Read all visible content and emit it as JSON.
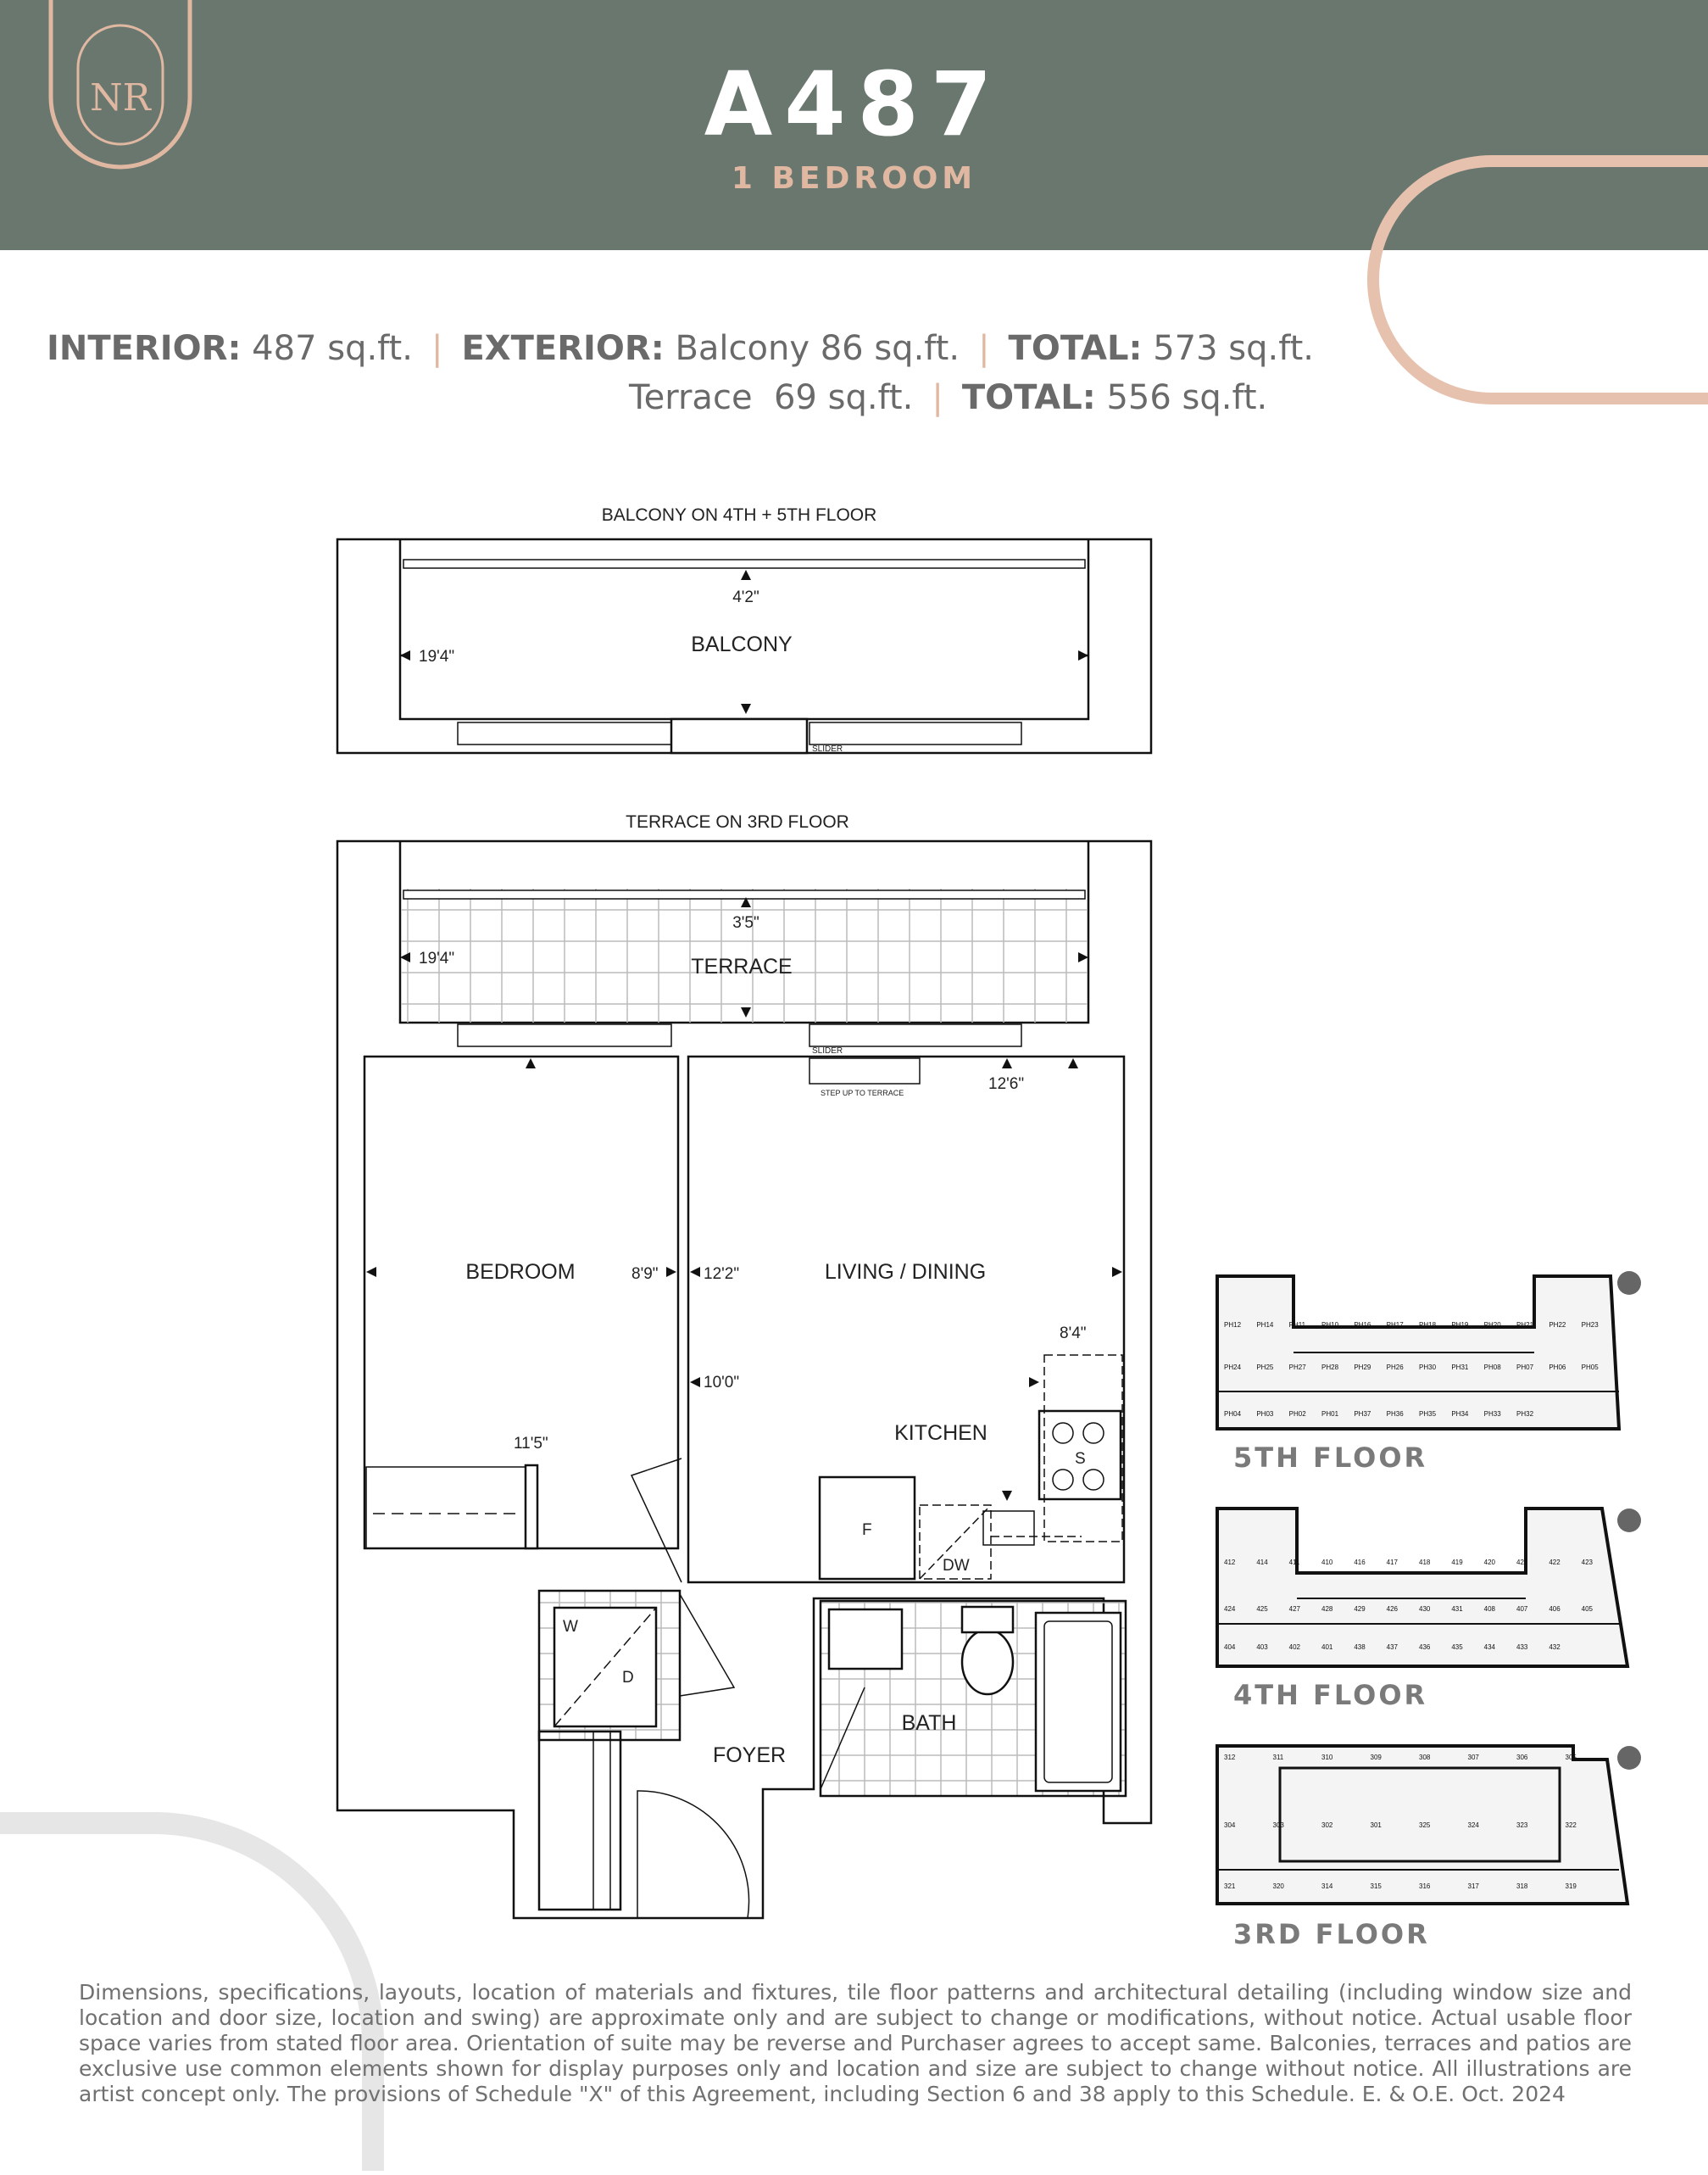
{
  "header": {
    "logo_text": "NR",
    "unit_name": "A487",
    "unit_type": "1 BEDROOM"
  },
  "areas": {
    "interior_label": "INTERIOR:",
    "interior_value": "487 sq.ft.",
    "exterior_label": "EXTERIOR:",
    "balcony_label": "Balcony",
    "balcony_value": "86 sq.ft.",
    "total_label": "TOTAL:",
    "total_balcony": "573 sq.ft.",
    "terrace_label": "Terrace",
    "terrace_value": "69 sq.ft.",
    "total_terrace": "556 sq.ft.",
    "separator": "|"
  },
  "floorplan": {
    "balcony_caption": "BALCONY ON 4TH + 5TH FLOOR",
    "balcony_label": "BALCONY",
    "balcony_dim_depth": "4'2\"",
    "balcony_dim_width": "19'4\"",
    "slider_label": "SLIDER",
    "terrace_caption": "TERRACE ON 3RD FLOOR",
    "terrace_label": "TERRACE",
    "terrace_dim_depth": "3'5\"",
    "terrace_dim_width": "19'4\"",
    "step_up_label": "STEP UP TO TERRACE",
    "bedroom_label": "BEDROOM",
    "bedroom_dim_width": "8'9\"",
    "bedroom_dim_length": "11'5\"",
    "living_label": "LIVING / DINING",
    "living_dim_width": "12'2\"",
    "living_dim_length": "12'6\"",
    "living_dim_depth": "10'0\"",
    "kitchen_label": "KITCHEN",
    "kitchen_dim": "8'4\"",
    "stove_label": "S",
    "fridge_label": "F",
    "dishwasher_label": "DW",
    "washer_label": "W",
    "dryer_label": "D",
    "bath_label": "BATH",
    "foyer_label": "FOYER"
  },
  "keyplans": [
    {
      "label": "5TH FLOOR",
      "units": [
        "PH12",
        "PH14",
        "PH11",
        "PH10",
        "PH16",
        "PH17",
        "PH18",
        "PH19",
        "PH20",
        "PH21",
        "PH22",
        "PH23",
        "PH24",
        "PH25",
        "PH27",
        "PH28",
        "PH29",
        "PH26",
        "PH30",
        "PH31",
        "PH08",
        "PH07",
        "PH06",
        "PH05",
        "PH04",
        "PH03",
        "PH02",
        "PH01",
        "PH37",
        "PH36",
        "PH35",
        "PH34",
        "PH33",
        "PH32"
      ]
    },
    {
      "label": "4TH FLOOR",
      "units": [
        "412",
        "414",
        "411",
        "410",
        "416",
        "417",
        "418",
        "419",
        "420",
        "421",
        "422",
        "423",
        "424",
        "425",
        "427",
        "428",
        "429",
        "426",
        "430",
        "431",
        "408",
        "407",
        "406",
        "405",
        "404",
        "403",
        "402",
        "401",
        "438",
        "437",
        "436",
        "435",
        "434",
        "433",
        "432"
      ]
    },
    {
      "label": "3RD FLOOR",
      "units": [
        "312",
        "311",
        "310",
        "309",
        "308",
        "307",
        "306",
        "305",
        "304",
        "303",
        "302",
        "301",
        "325",
        "324",
        "323",
        "322",
        "321",
        "320",
        "314",
        "315",
        "316",
        "317",
        "318",
        "319"
      ]
    }
  ],
  "disclaimer": "Dimensions, specifications, layouts, location of materials and fixtures, tile floor patterns and architectural detailing (including window size and location and door size, location and swing) are approximate only and are subject to change or modifications, without notice. Actual usable floor space varies from stated floor area. Orientation of suite may be reverse and Purchaser agrees to accept same. Balconies, terraces and patios are exclusive use common elements shown for display purposes only and location and size are subject to change without notice. All illustrations are artist concept only. The provisions of Schedule \"X\" of this Agreement, including Section 6 and 38 apply to this Schedule. E. & O.E. Oct. 2024"
}
